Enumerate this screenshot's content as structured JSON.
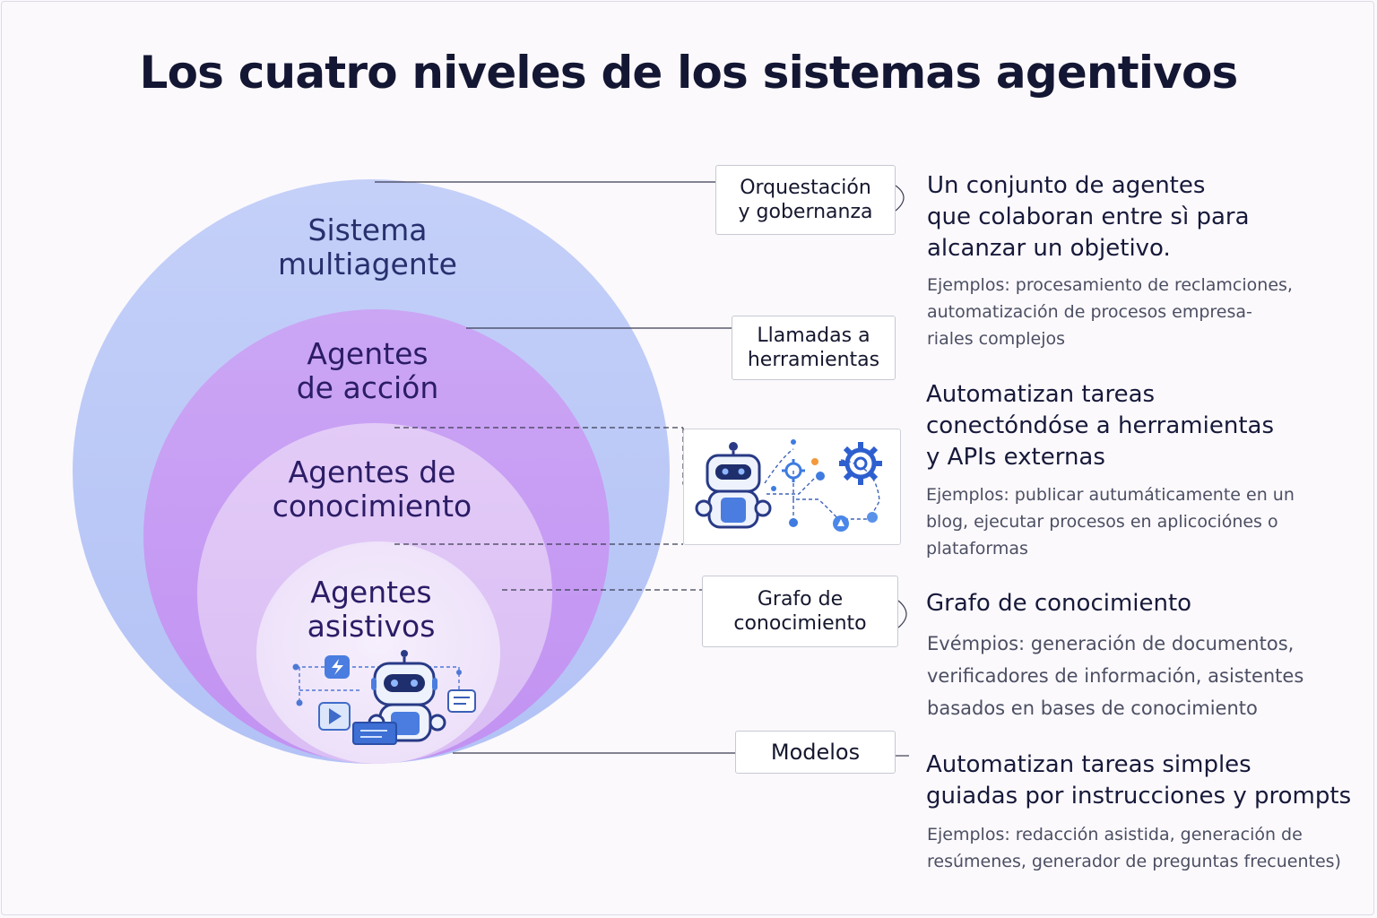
{
  "title": "Los cuatro niveles de los sistemas agentivos",
  "colors": {
    "outer": "#bac9f7",
    "action": "#c69cf4",
    "knowledge": "#ddc3f5",
    "assistive": "#efe3f9",
    "text_dark": "#231e66",
    "accent_blue": "#3d7be0"
  },
  "levels": [
    {
      "label": "Sistema\nmultiagente",
      "tag": "Orquestación\ny gobernanza",
      "heading": "Un conjunto de agentes\nque colaboran entre sì para\nalcanzar un objetivo.",
      "examples": "Ejemplos: procesamiento de reclamciones,\nautomatización de procesos empresa-\nriales complejos"
    },
    {
      "label": "Agentes\nde acción",
      "tag": "Llamadas a\nherramientas",
      "heading": "Automatizan tareas\nconectóndóse a herramientas\ny APIs externas",
      "examples": "Ejemplos: publicar autumáticamente en un\nblog, ejecutar procesos en aplicociónes o\nplataformas"
    },
    {
      "label": "Agentes de\nconocimiento",
      "tag": "Grafo de\nconocimiento",
      "heading": "Grafo de conocimiento",
      "examples": "Evémpios: generación de documentos,\nverificadores de información, asistentes\nbasados en bases de conocimiento"
    },
    {
      "label": "Agentes\nasistivos",
      "tag": "Modelos",
      "heading": "Automatizan tareas simples\nguiadas por instrucciones y prompts",
      "examples": "Ejemplos: redacción asistida, generación de\nresúmenes, generador de preguntas frecuentes)"
    }
  ],
  "icons": {
    "action_illustration": "robot-with-gears-and-network-icon",
    "assistive_illustration": "robot-with-chat-and-media-icon"
  }
}
